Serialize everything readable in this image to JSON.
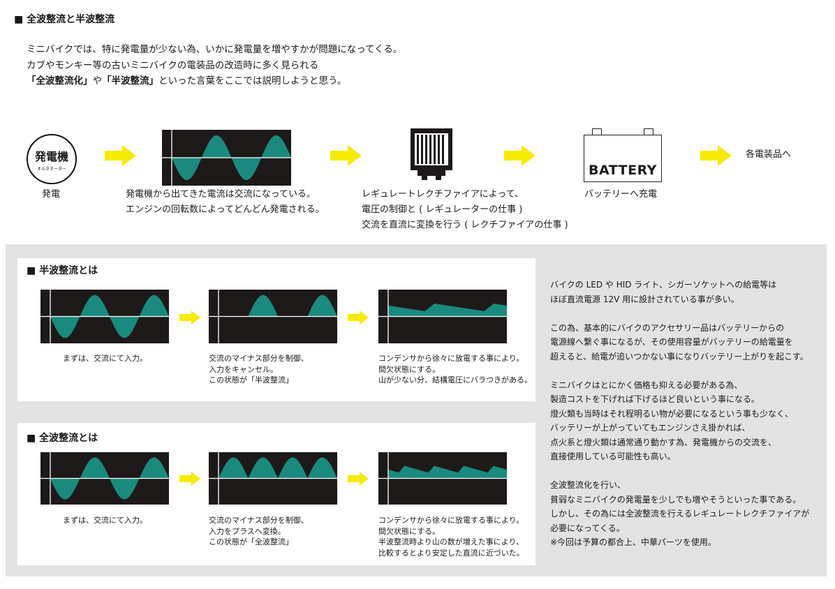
{
  "header": {
    "title": "■ 全波整流と半波整流",
    "intro_line1": "ミニバイクでは、特に発電量が少ない為、いかに発電量を増やすかが問題になってくる。",
    "intro_line2": "カブやモンキー等の古いミニバイクの電装品の改造時に多く見られる",
    "intro_line3_q1": "「全波整流化」",
    "intro_line3_mid": "や",
    "intro_line3_q2": "「半波整流」",
    "intro_line3_end": "といった言葉をここでは説明しようと思う。"
  },
  "flow": {
    "generator_main": "発電機",
    "generator_sub": "オルタネーター",
    "generator_caption": "発電",
    "ac_caption_line1": "発電機から出てきた電流は交流になっている。",
    "ac_caption_line2": "エンジンの回転数によってどんどん発電される。",
    "regulator_caption_line1": "レギュレートレクチファイアによって、",
    "regulator_caption_line2": "電圧の制御と ( レギュレーターの仕事 )",
    "regulator_caption_line3": "交流を直流に変換を行う ( レクチファイアの仕事 )",
    "battery_label": "BATTERY",
    "battery_caption": "バッテリーへ充電",
    "final_label": "各電装品へ"
  },
  "half_wave": {
    "title": "■ 半波整流とは",
    "cap1_line1": "まずは、交流にて入力。",
    "cap2_line1": "交流のマイナス部分を制御、",
    "cap2_line2": "入力をキャンセル。",
    "cap2_line3": "この状態が「半波整流」",
    "cap3_line1": "コンデンサから徐々に放電する事により。",
    "cap3_line2": "間欠状態にする。",
    "cap3_line3": "山が少ない分、結構電圧にバラつきがある。"
  },
  "full_wave": {
    "title": "■ 全波整流とは",
    "cap1_line1": "まずは、交流にて入力。",
    "cap2_line1": "交流のマイナス部分を制御、",
    "cap2_line2": "入力をプラスへ変換。",
    "cap2_line3": "この状態が「全波整流」",
    "cap3_line1": "コンデンサから徐々に放電する事により。",
    "cap3_line2": "間欠状態にする。",
    "cap3_line3": "半波整流時より山の数が増えた事により、",
    "cap3_line4": "比較するとより安定した直流に近づいた。"
  },
  "right_text": {
    "p1_l1": "バイクの LED や HID ライト、シガーソケットへの給電等は",
    "p1_l2": "ほぼ直流電源 12V 用に設計されている事が多い。",
    "p2_l1": "この為、基本的にバイクのアクセサリー品はバッテリーからの",
    "p2_l2": "電源線へ繋ぐ事になるが、その使用容量がバッテリーの給電量を",
    "p2_l3": "超えると、給電が追いつかない事になりバッテリー上がりを起こす。",
    "p3_l1": "ミニバイクはとにかく価格も抑える必要がある為、",
    "p3_l2": "製造コストを下げれば下げるほど良いという事になる。",
    "p3_l3": "燈火類も当時はそれ程明るい物が必要になるという事も少なく、",
    "p3_l4": "バッテリーが上がっていてもエンジンさえ掛かれば、",
    "p3_l5": "点火系と燈火類は通常通り動かす為、発電機からの交流を、",
    "p3_l6": "直接使用している可能性も高い。",
    "p4_l1": "全波整流化を行い、",
    "p4_l2": "貧弱なミニバイクの発電量を少しでも増やそうといった事である。",
    "p4_l3": "しかし、その為には全波整流を行えるレギュレートレクチファイアが",
    "p4_l4": "必要になってくる。",
    "p4_l5": "※今回は予算の都合上、中華パーツを使用。"
  },
  "colors": {
    "wave": "#1a8a7e",
    "panel_bg": "#1d1919",
    "arrow": "#f5ec00",
    "gray_bg": "#e3e3e3"
  }
}
